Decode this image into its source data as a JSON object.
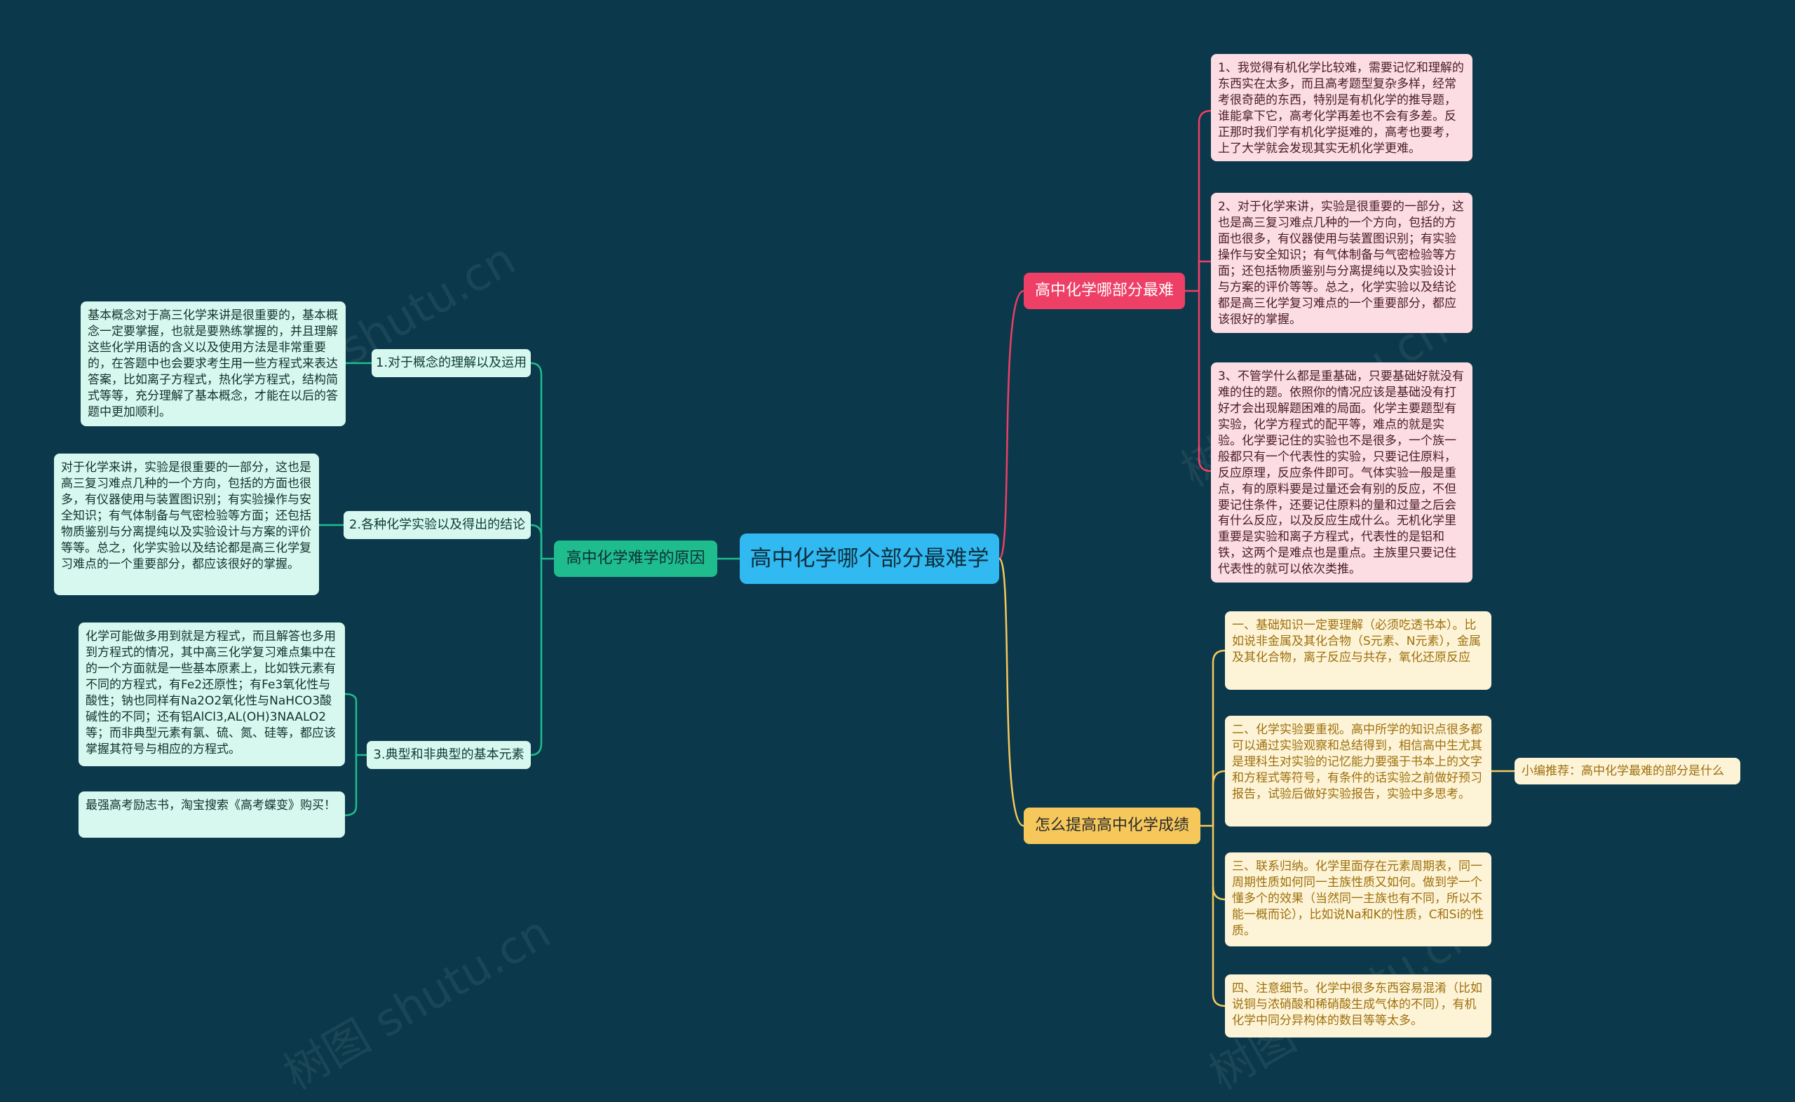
{
  "root": {
    "label": "高中化学哪个部分最难学"
  },
  "right_branches": [
    {
      "label": "高中化学哪部分最难",
      "items": [
        "1、我觉得有机化学比较难，需要记忆和理解的东西实在太多，而且高考题型复杂多样，经常考很奇葩的东西，特别是有机化学的推导题，谁能拿下它，高考化学再差也不会有多差。反正那时我们学有机化学挺难的，高考也要考，上了大学就会发现其实无机化学更难。",
        "2、对于化学来讲，实验是很重要的一部分，这也是高三复习难点几种的一个方向，包括的方面也很多，有仪器使用与装置图识别；有实验操作与安全知识；有气体制备与气密检验等方面；还包括物质鉴别与分离提纯以及实验设计与方案的评价等等。总之，化学实验以及结论都是高三化学复习难点的一个重要部分，都应该很好的掌握。",
        "3、不管学什么都是重基础，只要基础好就没有难的住的题。依照你的情况应该是基础没有打好才会出现解题困难的局面。化学主要题型有实验，化学方程式的配平等，难点的就是实验。化学要记住的实验也不是很多，一个族一般都只有一个代表性的实验，只要记住原料，反应原理，反应条件即可。气体实验一般是重点，有的原料要是过量还会有别的反应，不但要记住条件，还要记住原料的量和过量之后会有什么反应，以及反应生成什么。无机化学里重要是实验和离子方程式，代表性的是铝和铁，这两个是难点也是重点。主族里只要记住代表性的就可以依次类推。"
      ]
    },
    {
      "label": "怎么提高高中化学成绩",
      "items": [
        "一、基础知识一定要理解（必须吃透书本）。比如说非金属及其化合物（S元素、N元素），金属及其化合物，离子反应与共存，氧化还原反应",
        "二、化学实验要重视。高中所学的知识点很多都可以通过实验观察和总结得到，相信高中生尤其是理科生对实验的记忆能力要强于书本上的文字和方程式等符号，有条件的话实验之前做好预习报告，试验后做好实验报告，实验中多思考。",
        "三、联系归纳。化学里面存在元素周期表，同一周期性质如何同一主族性质又如何。做到学一个懂多个的效果（当然同一主族也有不同，所以不能一概而论），比如说Na和K的性质，C和Si的性质。",
        "四、注意细节。化学中很多东西容易混淆（比如说铜与浓硝酸和稀硝酸生成气体的不同），有机化学中同分异构体的数目等等太多。"
      ],
      "recommend": "小编推荐：高中化学最难的部分是什么"
    }
  ],
  "left_branch": {
    "label": "高中化学难学的原因",
    "subs": [
      {
        "label": "1.对于概念的理解以及运用",
        "items": [
          "基本概念对于高三化学来讲是很重要的，基本概念一定要掌握，也就是要熟练掌握的，并且理解这些化学用语的含义以及使用方法是非常重要的，在答题中也会要求考生用一些方程式来表达答案，比如离子方程式，热化学方程式，结构简式等等，充分理解了基本概念，才能在以后的答题中更加顺利。"
        ]
      },
      {
        "label": "2.各种化学实验以及得出的结论",
        "items": [
          "对于化学来讲，实验是很重要的一部分，这也是高三复习难点几种的一个方向，包括的方面也很多，有仪器使用与装置图识别；有实验操作与安全知识；有气体制备与气密检验等方面；还包括物质鉴别与分离提纯以及实验设计与方案的评价等等。总之，化学实验以及结论都是高三化学复习难点的一个重要部分，都应该很好的掌握。"
        ]
      },
      {
        "label": "3.典型和非典型的基本元素",
        "items": [
          "化学可能做多用到就是方程式，而且解答也多用到方程式的情况，其中高三化学复习难点集中在的一个方面就是一些基本原素上，比如铁元素有不同的方程式，有Fe2还原性；有Fe3氧化性与酸性；钠也同样有Na2O2氧化性与NaHCO3酸碱性的不同；还有铝AlCl3,AL(OH)3NAALO2等；而非典型元素有氯、硫、氮、硅等，都应该掌握其符号与相应的方程式。",
          "最强高考励志书，淘宝搜索《高考蝶变》购买！"
        ]
      }
    ]
  },
  "watermark": "树图 shutu.cn",
  "colors": {
    "background": "#0b384a",
    "root": "#31b9f1",
    "pink": "#ee3f66",
    "green": "#1fbd8e",
    "yellow": "#f6c85c"
  }
}
